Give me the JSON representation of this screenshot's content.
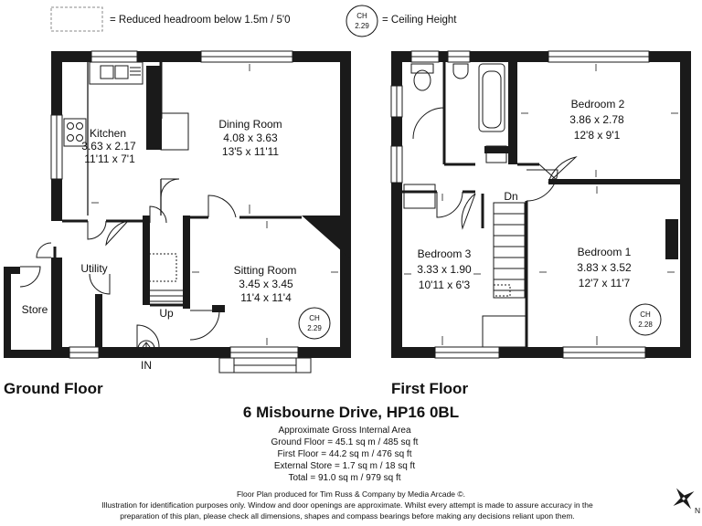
{
  "legend": {
    "reduced_headroom": "= Reduced headroom below 1.5m / 5'0",
    "ch_label": "CH",
    "ch_value": "2.29",
    "ceiling_height": "= Ceiling Height"
  },
  "ground_floor": {
    "title": "Ground Floor",
    "kitchen": {
      "name": "Kitchen",
      "metric": "3.63 x 2.17",
      "imperial": "11'11 x 7'1"
    },
    "dining": {
      "name": "Dining Room",
      "metric": "4.08 x 3.63",
      "imperial": "13'5 x 11'11"
    },
    "sitting": {
      "name": "Sitting Room",
      "metric": "3.45 x 3.45",
      "imperial": "11'4 x 11'4"
    },
    "utility": {
      "name": "Utility"
    },
    "store": {
      "name": "Store"
    },
    "up": "Up",
    "in": "IN",
    "ch_label": "CH",
    "ch_value": "2.29"
  },
  "first_floor": {
    "title": "First Floor",
    "bedroom2": {
      "name": "Bedroom 2",
      "metric": "3.86 x 2.78",
      "imperial": "12'8 x 9'1"
    },
    "bedroom3": {
      "name": "Bedroom 3",
      "metric": "3.33 x 1.90",
      "imperial": "10'11 x 6'3"
    },
    "bedroom1": {
      "name": "Bedroom 1",
      "metric": "3.83 x 3.52",
      "imperial": "12'7 x 11'7"
    },
    "dn": "Dn",
    "ch_label": "CH",
    "ch_value": "2.28"
  },
  "address": "6 Misbourne Drive, HP16 0BL",
  "areas": {
    "heading": "Approximate Gross Internal Area",
    "ground": "Ground Floor = 45.1 sq m / 485 sq ft",
    "first": "First Floor = 44.2 sq m / 476 sq ft",
    "store": "External Store  = 1.7 sq m / 18 sq ft",
    "total": "Total = 91.0 sq m / 979 sq ft"
  },
  "footer": {
    "produced": "Floor Plan produced for Tim Russ & Company by Media Arcade ©.",
    "disclaimer1": "Illustration for identification purposes only. Window and door openings are approximate. Whilst every attempt is made to assure accuracy in the",
    "disclaimer2": "preparation of this plan, please check all dimensions, shapes and compass bearings before making any decisions reliant upon them."
  },
  "compass": {
    "label": "N"
  }
}
